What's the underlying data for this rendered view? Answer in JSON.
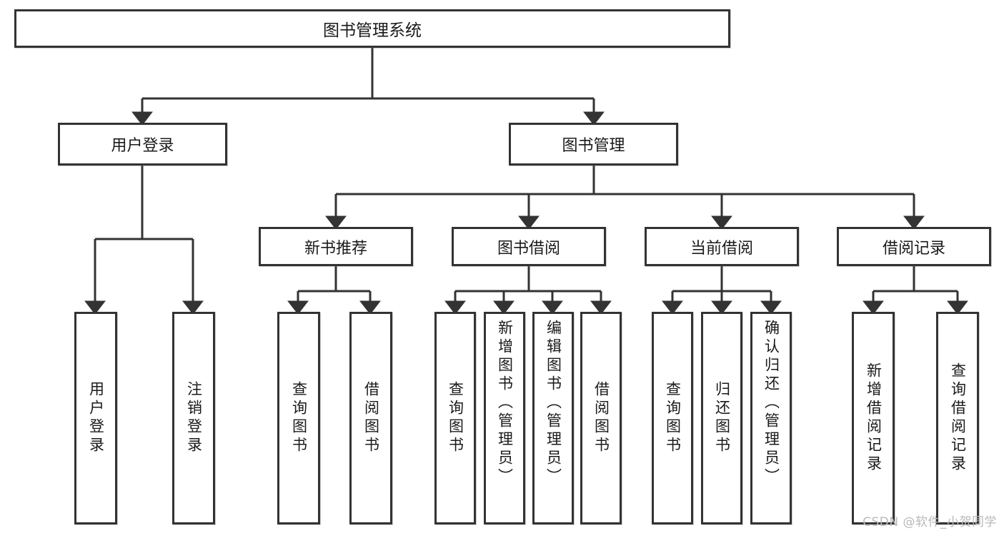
{
  "diagram": {
    "type": "tree",
    "title": "图书管理系统",
    "watermark": "CSDN @软件_小贺同学",
    "colors": {
      "stroke": "#333333",
      "fill": "#ffffff",
      "text": "#1a1a1a",
      "watermark": "#b9b9b9"
    },
    "nodes": {
      "root": {
        "label": "图书管理系统"
      },
      "level2": [
        {
          "id": "user-login",
          "label": "用户登录"
        },
        {
          "id": "book-manage",
          "label": "图书管理"
        }
      ],
      "level3": [
        {
          "id": "new-book-rec",
          "label": "新书推荐"
        },
        {
          "id": "book-borrow",
          "label": "图书借阅"
        },
        {
          "id": "current-borrow",
          "label": "当前借阅"
        },
        {
          "id": "borrow-record",
          "label": "借阅记录"
        }
      ],
      "leaves": {
        "user_login": [
          {
            "id": "leaf-user-login",
            "label": "用户登录"
          },
          {
            "id": "leaf-user-logout",
            "label": "注销登录"
          }
        ],
        "new_book_rec": [
          {
            "id": "leaf-query-book-1",
            "label": "查询图书"
          },
          {
            "id": "leaf-borrow-book-1",
            "label": "借阅图书"
          }
        ],
        "book_borrow": [
          {
            "id": "leaf-query-book-2",
            "label": "查询图书"
          },
          {
            "id": "leaf-add-book",
            "label": "新增图书（管理员）"
          },
          {
            "id": "leaf-edit-book",
            "label": "编辑图书（管理员）"
          },
          {
            "id": "leaf-borrow-book-2",
            "label": "借阅图书"
          }
        ],
        "current_borrow": [
          {
            "id": "leaf-query-book-3",
            "label": "查询图书"
          },
          {
            "id": "leaf-return-book",
            "label": "归还图书"
          },
          {
            "id": "leaf-confirm-return",
            "label": "确认归还（管理员）"
          }
        ],
        "borrow_record": [
          {
            "id": "leaf-add-record",
            "label": "新增借阅记录"
          },
          {
            "id": "leaf-query-record",
            "label": "查询借阅记录"
          }
        ]
      }
    }
  }
}
